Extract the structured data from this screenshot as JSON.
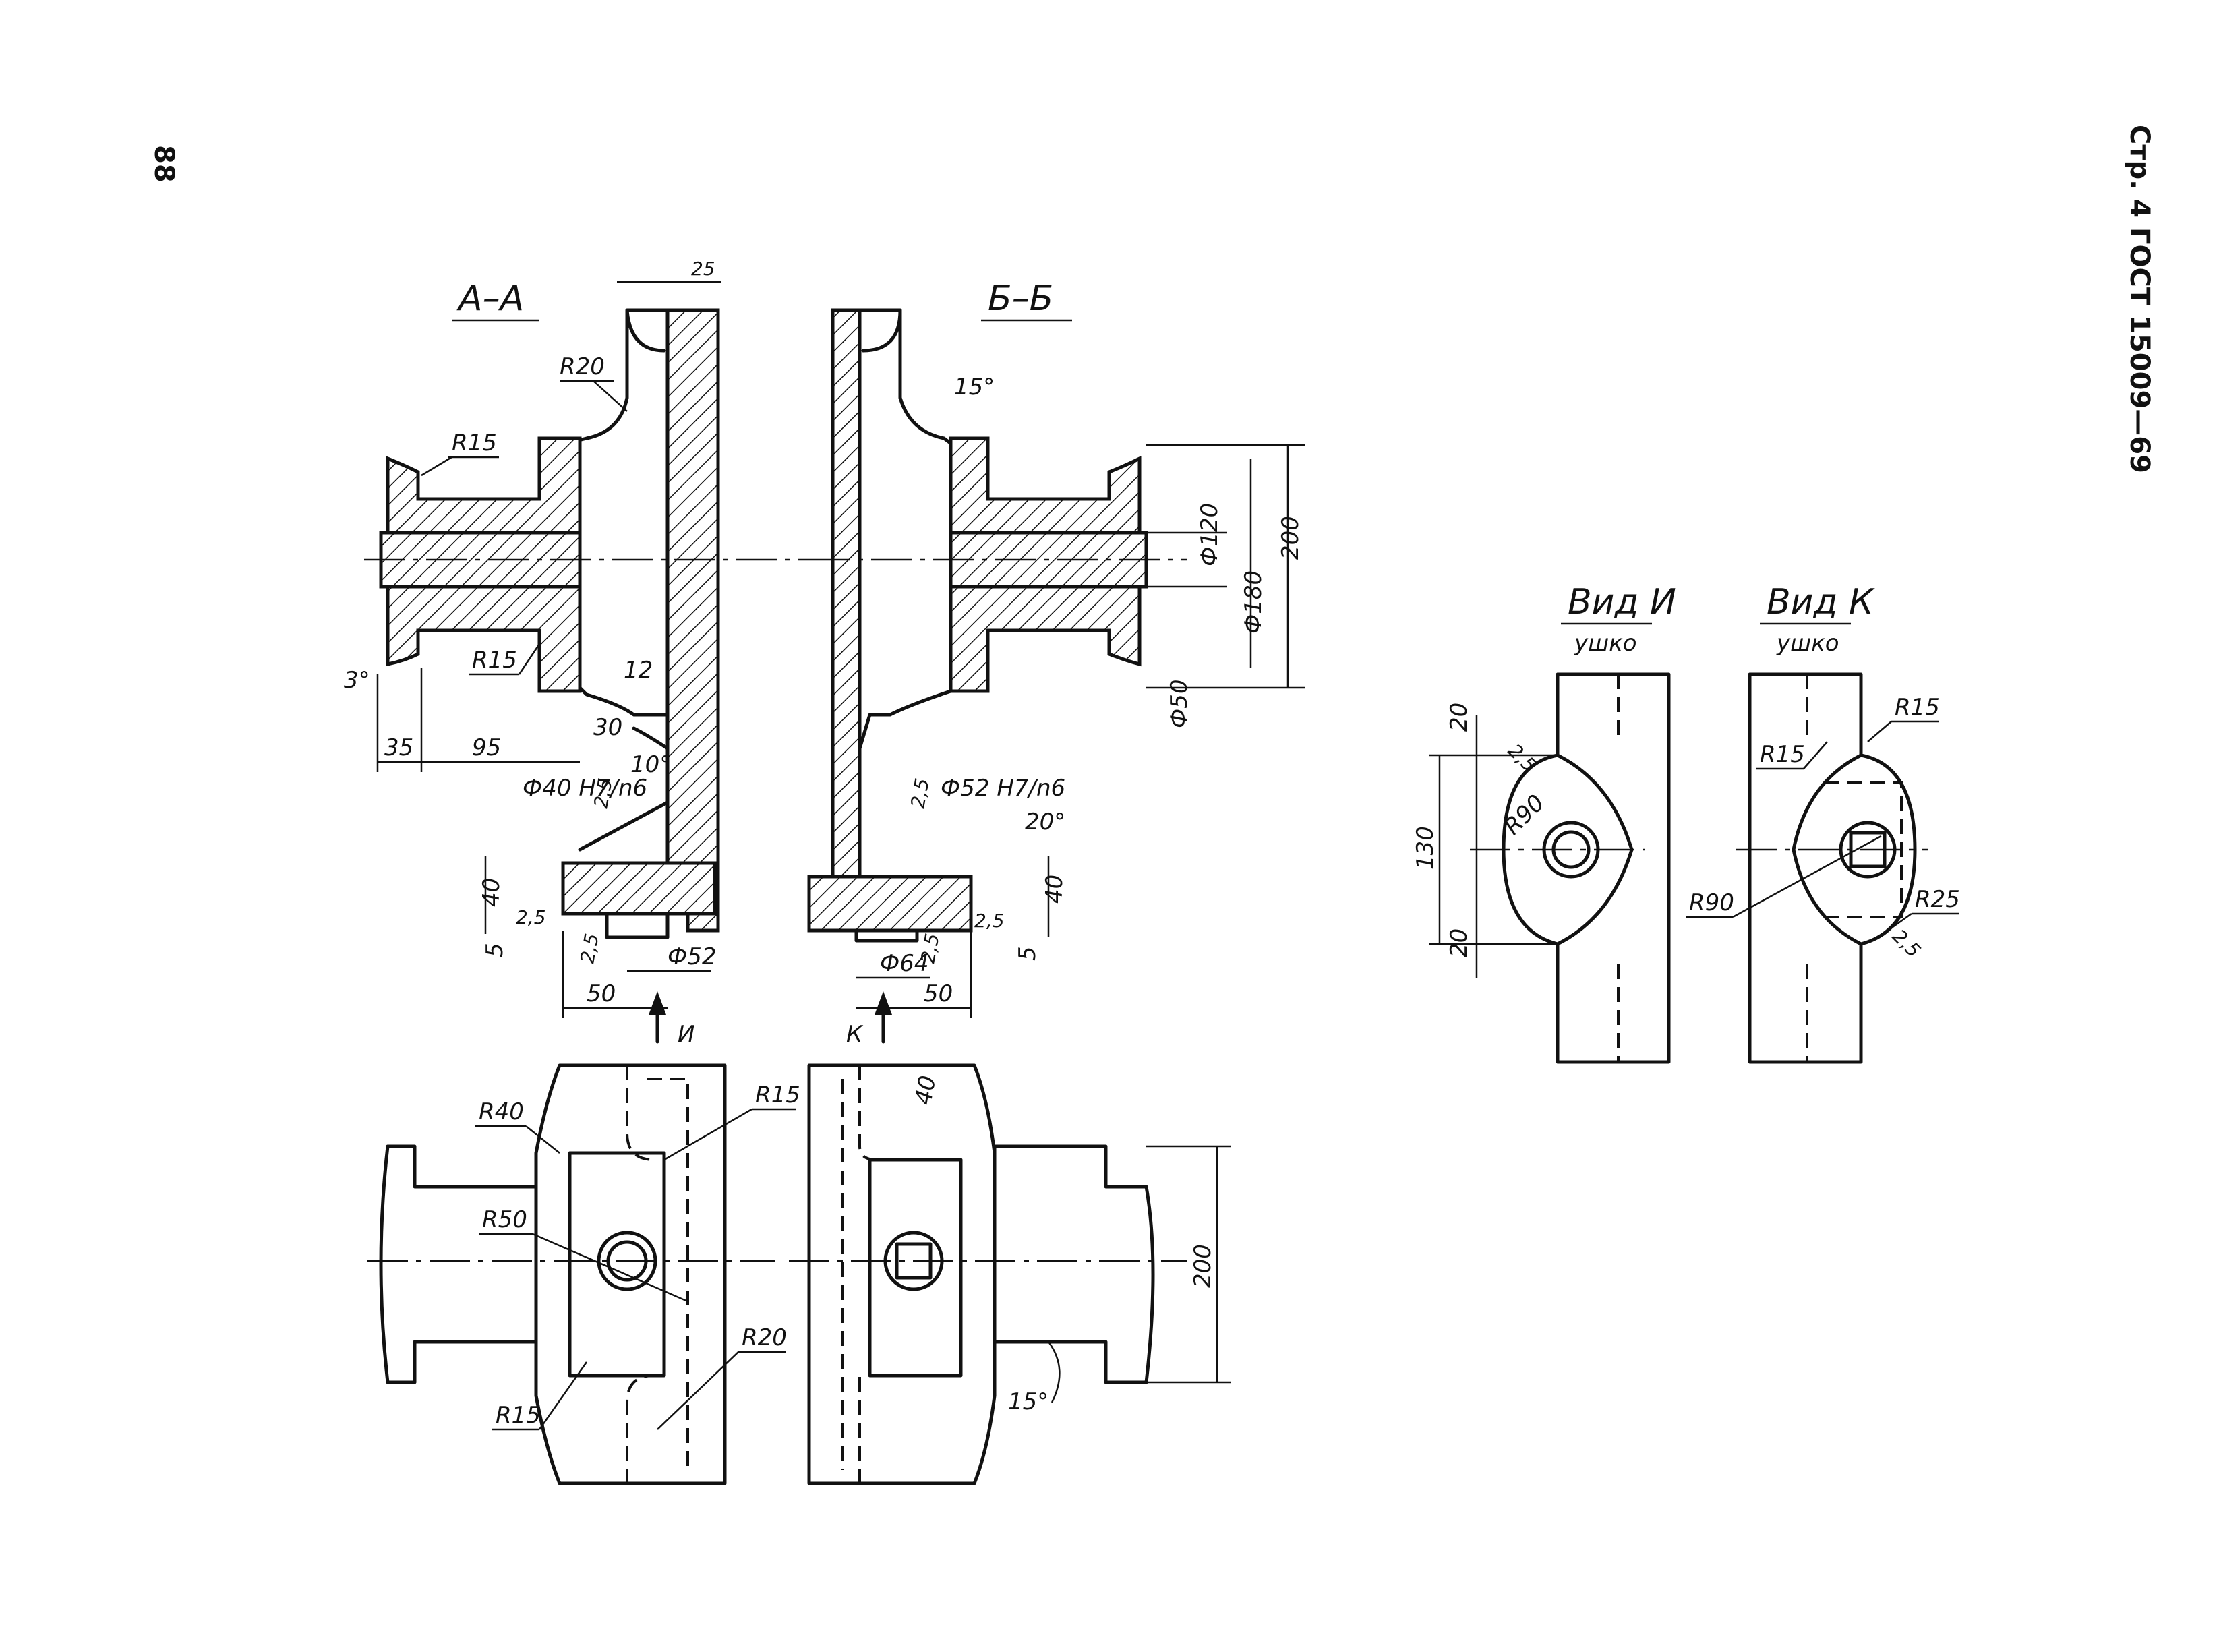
{
  "header": {
    "page_label": "Стр. 4  ГОСТ 15009—69",
    "page_number": "88"
  },
  "sections": {
    "aa": {
      "title": "А–А"
    },
    "bb": {
      "title": "Б–Б"
    }
  },
  "views": {
    "i": {
      "title": "Вид И",
      "subtitle": "ушко",
      "arrow": "И"
    },
    "k": {
      "title": "Вид К",
      "subtitle": "ушко",
      "arrow": "К"
    }
  },
  "dims": {
    "d25_top": "25",
    "r20_a": "R20",
    "r15_a1": "R15",
    "r15_a2": "R15",
    "deg3": "3°",
    "d35": "35",
    "d95": "95",
    "d12": "12",
    "d30": "30",
    "d10": "10°",
    "fit40": "Ф40 H7/n6",
    "rough_a": "2,5",
    "d40_a": "40",
    "d5_a": "5",
    "rough_a2": "2,5",
    "rough_a3": "2,5",
    "d50_a": "50",
    "d52_a": "Ф52",
    "deg15_b": "15°",
    "d120": "Ф120",
    "d180": "Ф180",
    "d200_b": "200",
    "d50_b": "Ф50",
    "fit52": "Ф52 H7/n6",
    "rough_b": "2,5",
    "deg20": "20°",
    "d40_b": "40",
    "d5_b": "5",
    "d64": "Ф64",
    "rough_b2": "2,5",
    "d50_b2": "50",
    "rough_b3": "2,5",
    "r40": "R40",
    "r15_p1": "R15",
    "r50": "R50",
    "r20_p": "R20",
    "r15_p2": "R15",
    "d40_p": "40",
    "d200_p": "200",
    "deg15_p": "15°",
    "vi_20a": "20",
    "vi_130": "130",
    "vi_20b": "20",
    "vi_r90": "R90",
    "vi_rough": "2,5",
    "vk_r15a": "R15",
    "vk_r15b": "R15",
    "vk_r90": "R90",
    "vk_r25": "R25",
    "vk_rough": "2,5"
  }
}
